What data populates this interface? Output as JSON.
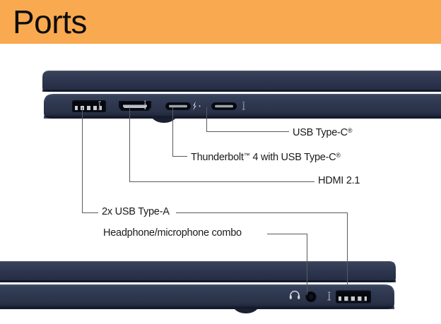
{
  "header": {
    "title": "Ports",
    "background_color": "#F9A94F",
    "text_color": "#0D0D0D"
  },
  "theme": {
    "page_background": "#FFFFFF",
    "laptop_body_color": "#2B3347",
    "laptop_shadow_color": "#12182A",
    "leader_line_color": "#5A5A5A",
    "label_text_color": "#1A1A1A"
  },
  "devices": [
    {
      "name": "top-laptop",
      "description": "Laptop shown closed, left-side profile, ports facing viewer",
      "ports": [
        {
          "id": "usb-a-top",
          "label": "USB Type-A",
          "icon": "usb-superspeed-icon"
        },
        {
          "id": "hdmi",
          "label": "HDMI",
          "icon": "hdmi-icon"
        },
        {
          "id": "thunderbolt-1",
          "label": "Thunderbolt 4",
          "icon": "thunderbolt-bolt-icon"
        },
        {
          "id": "thunderbolt-2",
          "label": "Thunderbolt 4",
          "icon": "thunderbolt-bolt-icon"
        }
      ]
    },
    {
      "name": "bottom-laptop",
      "description": "Laptop shown closed, right-side profile, ports facing viewer",
      "ports": [
        {
          "id": "headphone-jack",
          "label": "Headphone/microphone combo",
          "icon": "headphone-icon"
        },
        {
          "id": "usb-a-bottom",
          "label": "USB Type-A",
          "icon": "usb-superspeed-icon"
        }
      ]
    }
  ],
  "callouts": [
    {
      "id": "usb-type-c",
      "text_parts": {
        "main": "USB Type-C",
        "mark": "®"
      },
      "target_port": "thunderbolt-2"
    },
    {
      "id": "thunderbolt-4",
      "text_parts": {
        "lead": "Thunderbolt",
        "tm": "™",
        "mid": " 4 with USB Type-C",
        "mark": "®"
      },
      "target_port": "thunderbolt-1"
    },
    {
      "id": "hdmi-2-1",
      "text_parts": {
        "main": "HDMI 2.1"
      },
      "target_port": "hdmi"
    },
    {
      "id": "usb-type-a",
      "text_parts": {
        "main": "2x USB Type-A"
      },
      "target_port": "usb-a-top"
    },
    {
      "id": "headphone-mic-combo",
      "text_parts": {
        "main": "Headphone/microphone combo"
      },
      "target_port": "headphone-jack"
    }
  ]
}
